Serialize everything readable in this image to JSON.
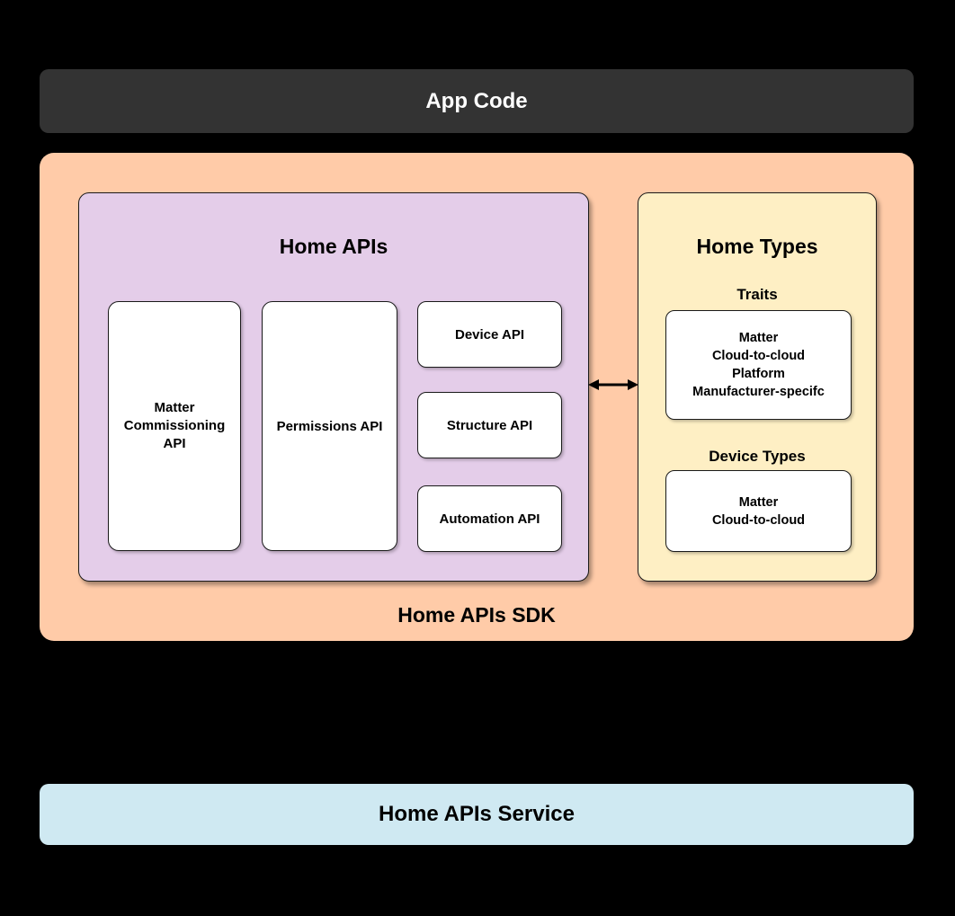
{
  "colors": {
    "background": "#000000",
    "app_code_bar": "#333333",
    "sdk_box": "#ffcba8",
    "home_apis_box": "#e4cde9",
    "home_types_box": "#feefc4",
    "service_bar": "#cfe9f2",
    "card": "#ffffff",
    "text_dark": "#000000",
    "text_light": "#ffffff"
  },
  "app_code": {
    "label": "App Code"
  },
  "sdk": {
    "label": "Home APIs SDK",
    "home_apis": {
      "title": "Home APIs",
      "cards": {
        "matter_commissioning": "Matter\nCommissioning\nAPI",
        "permissions": "Permissions API",
        "device": "Device API",
        "structure": "Structure API",
        "automation": "Automation API"
      }
    },
    "home_types": {
      "title": "Home Types",
      "traits": {
        "label": "Traits",
        "items": [
          "Matter",
          "Cloud-to-cloud",
          "Platform",
          "Manufacturer-specifc"
        ]
      },
      "device_types": {
        "label": "Device Types",
        "items": [
          "Matter",
          "Cloud-to-cloud"
        ]
      }
    }
  },
  "service": {
    "label": "Home APIs Service"
  }
}
